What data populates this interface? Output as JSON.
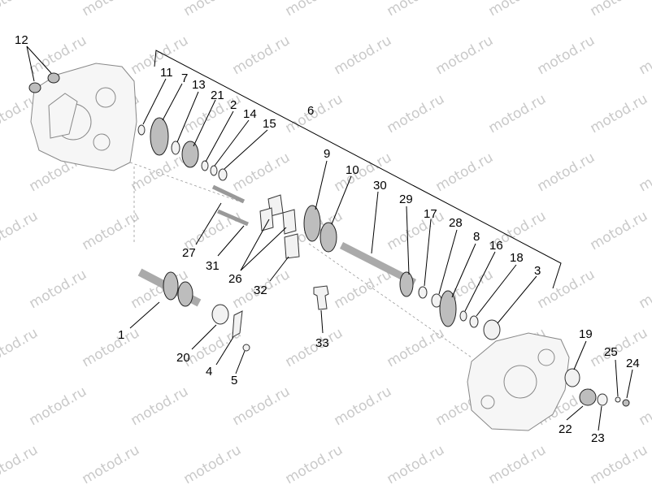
{
  "watermark": "motod.ru",
  "callouts": [
    "1",
    "2",
    "3",
    "4",
    "5",
    "6",
    "7",
    "8",
    "9",
    "10",
    "11",
    "12",
    "13",
    "14",
    "15",
    "16",
    "17",
    "18",
    "19",
    "20",
    "21",
    "22",
    "23",
    "24",
    "25",
    "26",
    "27",
    "28",
    "29",
    "30",
    "31",
    "32",
    "33"
  ]
}
